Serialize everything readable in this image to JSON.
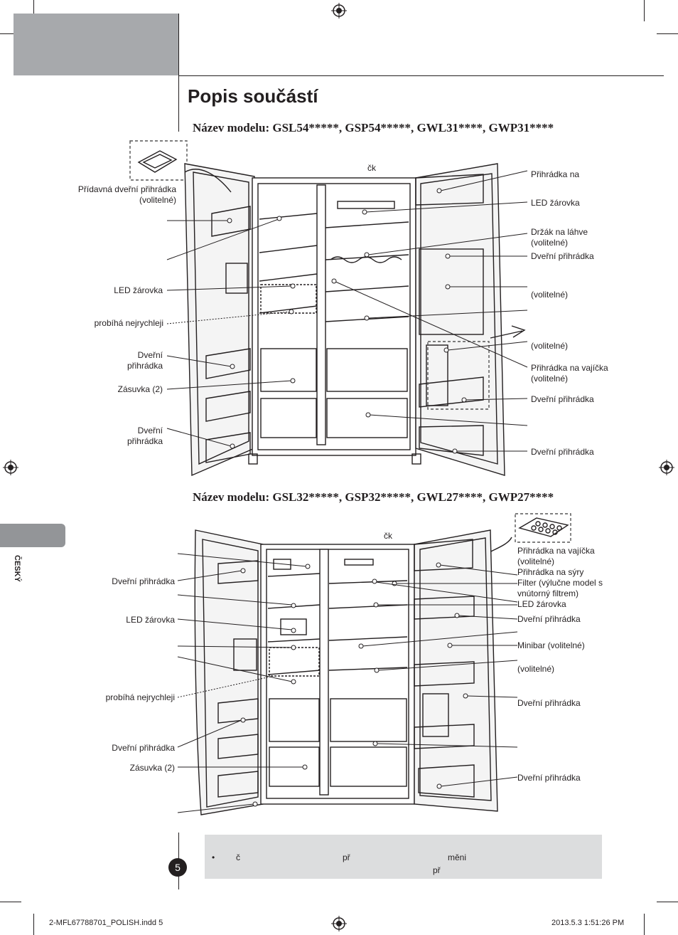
{
  "header": {
    "title": "Popis součástí"
  },
  "side_tab": {
    "language": "ČESKÝ"
  },
  "section1": {
    "model_title": "Název modelu: GSL54*****, GSP54*****, GWL31****, GWP31****",
    "top_label": "čk",
    "labels_left": [
      "Přídavná dveřní přihrádka (volitelné)",
      "LED žárovka",
      "probíhá nejrychleji",
      "Dveřní přihrádka",
      "Zásuvka (2)",
      "Dveřní přihrádka"
    ],
    "labels_right": [
      "Přihrádka na",
      "LED žárovka",
      "Držák na láhve (volitelné)",
      "Dveřní přihrádka",
      "(volitelné)",
      "(volitelné)",
      "Přihrádka na vajíčka (volitelné)",
      "Dveřní přihrádka",
      "Dveřní přihrádka"
    ]
  },
  "section2": {
    "model_title": "Název modelu: GSL32*****, GSP32*****, GWL27****, GWP27****",
    "top_label": "čk",
    "labels_left": [
      "Dveřní přihrádka",
      "LED žárovka",
      "probíhá nejrychleji",
      "Dveřní přihrádka",
      "Zásuvka (2)"
    ],
    "labels_right": [
      "Přihrádka na vajíčka (volitelné)",
      "Přihrádka na sýry",
      "Filter (výlučne model s vnútorný filtrem)",
      "LED žárovka",
      "Dveřní přihrádka",
      "Minibar (volitelné)",
      "(volitelné)",
      "Dveřní přihrádka",
      "Dveřní přihrádka"
    ]
  },
  "note": {
    "bullet": "•",
    "line1_a": "č",
    "line1_b": "př",
    "line1_c": "měni",
    "line2": "př"
  },
  "page_number": "5",
  "footer": {
    "file": "2-MFL67788701_POLISH.indd   5",
    "date": "2013.5.3   1:51:26 PM"
  }
}
